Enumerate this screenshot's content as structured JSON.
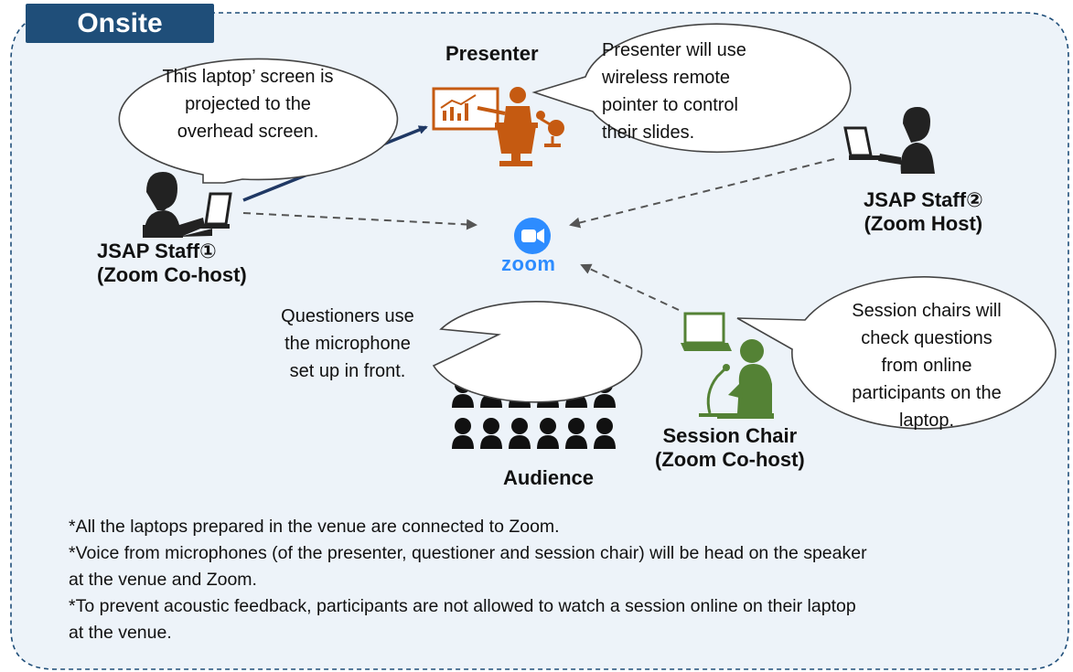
{
  "section_tab": "Onsite",
  "presenter": {
    "label": "Presenter",
    "bubble_lines": [
      "Presenter will use",
      "wireless remote",
      "pointer to control",
      "their slides."
    ]
  },
  "staff1": {
    "label_lines": [
      "JSAP Staff①",
      "(Zoom Co-host)"
    ],
    "bubble_lines": [
      "This laptop’ screen is",
      "projected to the",
      "overhead screen."
    ]
  },
  "staff2": {
    "label_lines": [
      "JSAP Staff②",
      "(Zoom Host)"
    ]
  },
  "zoom": {
    "logo_text": "zoom"
  },
  "audience": {
    "label": "Audience",
    "bubble_lines": [
      "Questioners use",
      "the microphone",
      "set up in front."
    ]
  },
  "session_chair": {
    "label_lines": [
      "Session Chair",
      "(Zoom Co-host)"
    ],
    "bubble_lines": [
      "Session chairs will",
      "check questions",
      "from online",
      "participants on the",
      "laptop."
    ]
  },
  "notes": [
    "*All the laptops prepared in the venue are connected to Zoom.",
    "*Voice from microphones (of the presenter, questioner and session chair) will be head on the speaker",
    "at the venue and Zoom.",
    "*To prevent acoustic feedback, participants are not allowed to watch a session online on their laptop",
    "at the venue."
  ],
  "colors": {
    "panel_bg": "#edf3f9",
    "border": "#1f4e79",
    "tab_bg": "#1f4e79",
    "presenter_orange": "#c55a11",
    "chair_green": "#548235",
    "person_dark": "#222222",
    "zoom_blue": "#2d8cff",
    "arrow_navy": "#1f3864",
    "dashed_arrow": "#555555"
  }
}
